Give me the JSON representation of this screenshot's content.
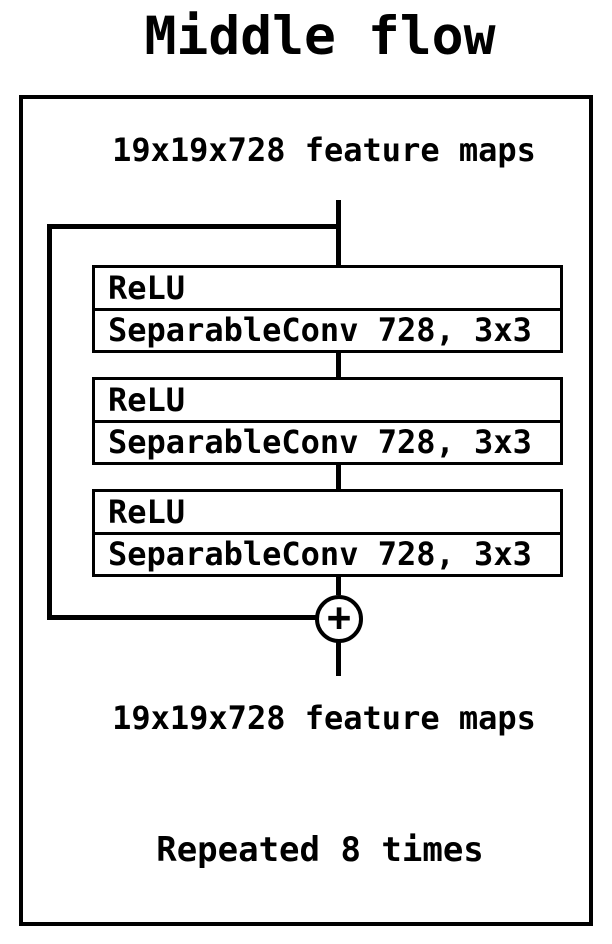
{
  "diagram": {
    "title": "Middle flow",
    "input_label": "19x19x728 feature maps",
    "output_label": "19x19x728 feature maps",
    "repeat_label": "Repeated 8 times",
    "merge_operator": "+",
    "blocks": [
      {
        "activation": "ReLU",
        "layer": "SeparableConv 728, 3x3"
      },
      {
        "activation": "ReLU",
        "layer": "SeparableConv 728, 3x3"
      },
      {
        "activation": "ReLU",
        "layer": "SeparableConv 728, 3x3"
      }
    ],
    "colors": {
      "stroke": "#000000",
      "background": "#ffffff"
    }
  }
}
